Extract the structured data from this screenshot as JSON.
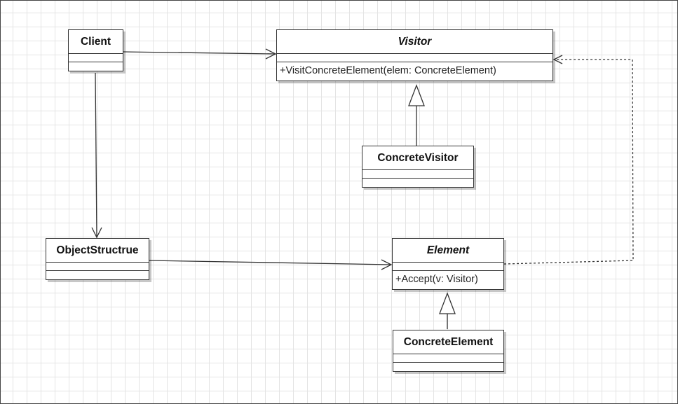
{
  "classes": {
    "client": {
      "name": "Client",
      "operation": ""
    },
    "visitor": {
      "name": "Visitor",
      "operation": "+VisitConcreteElement(elem: ConcreteElement)"
    },
    "concrete_visitor": {
      "name": "ConcreteVisitor",
      "operation": ""
    },
    "object_structure": {
      "name": "ObjectStructrue",
      "operation": ""
    },
    "element": {
      "name": "Element",
      "operation": "+Accept(v: Visitor)"
    },
    "concrete_element": {
      "name": "ConcreteElement",
      "operation": ""
    }
  },
  "relationships": [
    {
      "from": "Client",
      "to": "Visitor",
      "type": "association"
    },
    {
      "from": "Client",
      "to": "ObjectStructrue",
      "type": "association"
    },
    {
      "from": "ObjectStructrue",
      "to": "Element",
      "type": "association"
    },
    {
      "from": "ConcreteVisitor",
      "to": "Visitor",
      "type": "generalization"
    },
    {
      "from": "ConcreteElement",
      "to": "Element",
      "type": "generalization"
    },
    {
      "from": "Element",
      "to": "Visitor",
      "type": "dependency"
    }
  ]
}
